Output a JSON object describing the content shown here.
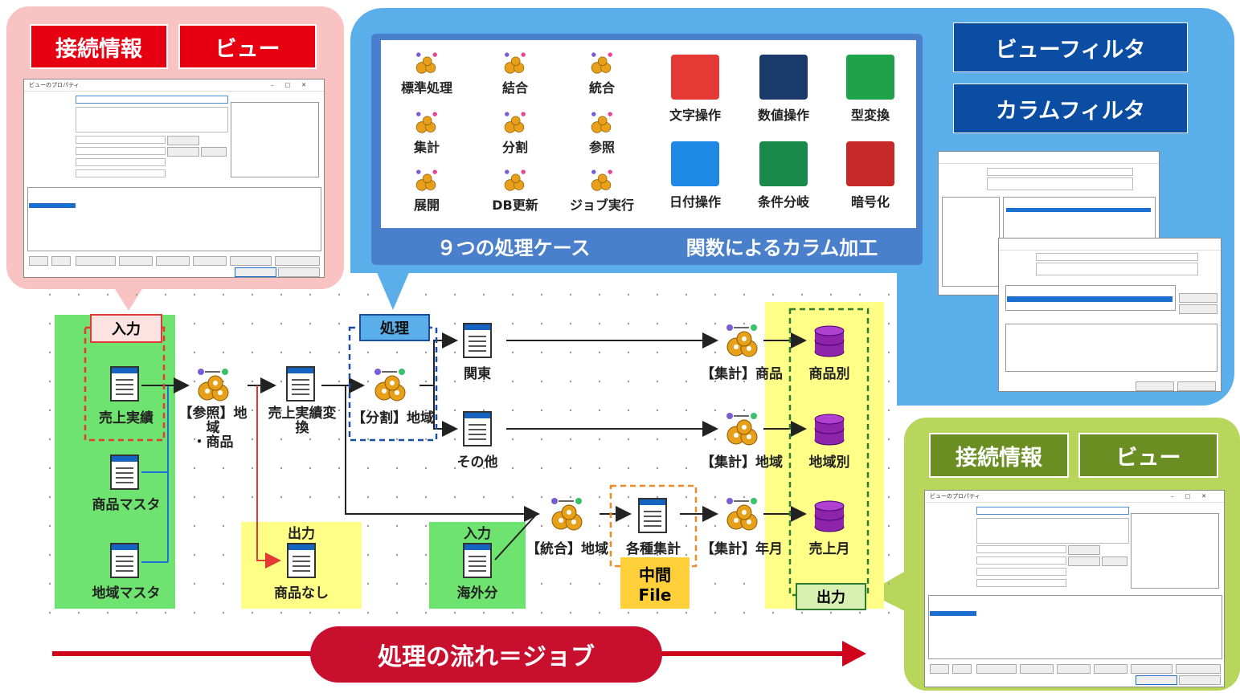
{
  "left_callout": {
    "labels": [
      "接続情報",
      "ビュー"
    ],
    "dialog_title": "ビューのプロパティ"
  },
  "right_callout": {
    "labels": [
      "接続情報",
      "ビュー"
    ],
    "dialog_title": "ビューのプロパティ"
  },
  "palette": {
    "processing_cases": [
      {
        "label": "標準処理",
        "icon": "standard-process-icon"
      },
      {
        "label": "結合",
        "icon": "join-icon"
      },
      {
        "label": "統合",
        "icon": "merge-icon"
      },
      {
        "label": "集計",
        "icon": "aggregate-icon"
      },
      {
        "label": "分割",
        "icon": "split-icon"
      },
      {
        "label": "参照",
        "icon": "lookup-icon"
      },
      {
        "label": "展開",
        "icon": "expand-icon"
      },
      {
        "label": "DB更新",
        "icon": "db-update-icon"
      },
      {
        "label": "ジョブ実行",
        "icon": "job-run-icon"
      }
    ],
    "functions": [
      {
        "label": "文字操作",
        "icon": "string-op-icon"
      },
      {
        "label": "数値操作",
        "icon": "calculator-icon"
      },
      {
        "label": "型変換",
        "icon": "type-convert-icon"
      },
      {
        "label": "日付操作",
        "icon": "date-op-icon"
      },
      {
        "label": "条件分岐",
        "icon": "condition-icon"
      },
      {
        "label": "暗号化",
        "icon": "encrypt-icon"
      }
    ],
    "footer_left": "９つの処理ケース",
    "footer_right": "関数によるカラム加工"
  },
  "filters": {
    "view_filter": "ビューフィルタ",
    "column_filter": "カラムフィルタ"
  },
  "flow": {
    "input_tag": "入力",
    "process_tag": "処理",
    "output_tag": "出力",
    "inputs": [
      "売上実績",
      "商品マスタ",
      "地域マスタ"
    ],
    "lookup": "【参照】地域\n・商品",
    "transformed": "売上実績変\n換",
    "split": "【分割】地域",
    "kanto": "関東",
    "other": "その他",
    "agg_product": "【集計】商品",
    "agg_region": "【集計】地域",
    "agg_month": "【集計】年月",
    "out_product": "商品別",
    "out_region": "地域別",
    "out_month": "売上月",
    "no_product_tag": "出力",
    "no_product": "商品なし",
    "overseas_tag": "入力",
    "overseas": "海外分",
    "merge": "【統合】地域",
    "intermediate": "各種集計",
    "mid_file_1": "中間",
    "mid_file_2": "File"
  },
  "banner": "処理の流れ＝ジョブ"
}
